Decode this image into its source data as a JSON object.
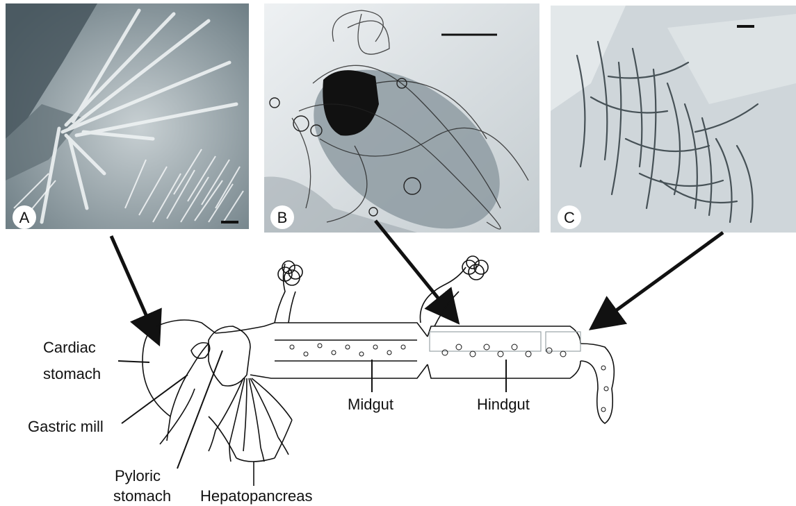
{
  "panels": [
    {
      "letter": "A"
    },
    {
      "letter": "B"
    },
    {
      "letter": "C"
    }
  ],
  "labels": {
    "cardiac_line1": "Cardiac",
    "cardiac_line2": "stomach",
    "gastric_mill": "Gastric mill",
    "pyloric_line1": "Pyloric",
    "pyloric_line2": "stomach",
    "hepatopancreas": "Hepatopancreas",
    "midgut": "Midgut",
    "hindgut": "Hindgut"
  },
  "colors": {
    "ink": "#111111",
    "micrograph_a_bg": "#9aa7ad",
    "micrograph_b_bg": "#d6dbde",
    "micrograph_c_bg": "#c9d0d4"
  }
}
